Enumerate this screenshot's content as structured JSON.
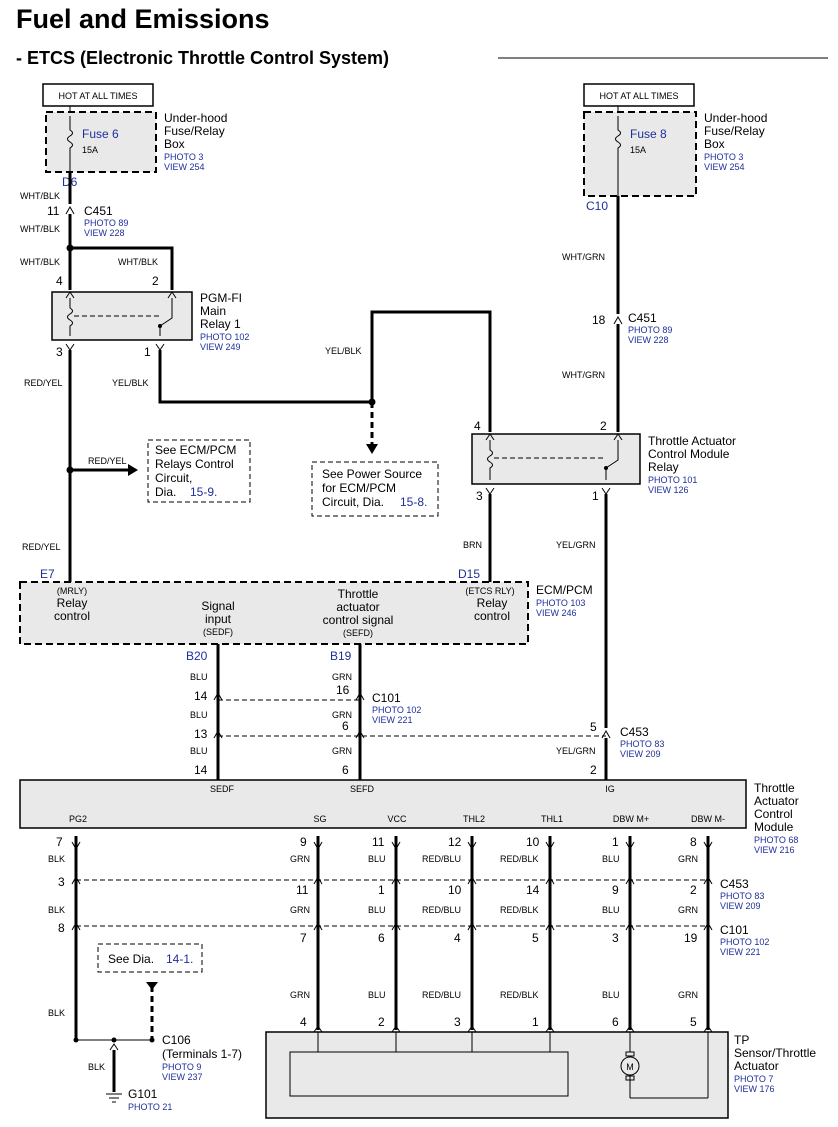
{
  "page": {
    "title": "Fuel and Emissions",
    "subtitle": "- ETCS (Electronic Throttle Control System)"
  },
  "fuse6": {
    "hot": "HOT AT ALL TIMES",
    "name": "Fuse 6",
    "amp": "15A",
    "box_lines": [
      "Under-hood",
      "Fuse/Relay",
      "Box"
    ],
    "photo": "PHOTO 3",
    "view": "VIEW 254",
    "pin": "D6"
  },
  "fuse8": {
    "hot": "HOT AT ALL TIMES",
    "name": "Fuse 8",
    "amp": "15A",
    "box_lines": [
      "Under-hood",
      "Fuse/Relay",
      "Box"
    ],
    "photo": "PHOTO 3",
    "view": "VIEW 254",
    "pin": "C10"
  },
  "c451_left": {
    "pin": "11",
    "name": "C451",
    "photo": "PHOTO 89",
    "view": "VIEW 228"
  },
  "c451_right": {
    "pin": "18",
    "name": "C451",
    "photo": "PHOTO 89",
    "view": "VIEW 228"
  },
  "wires": {
    "wht_blk": "WHT/BLK",
    "wht_grn": "WHT/GRN",
    "red_yel": "RED/YEL",
    "yel_blk": "YEL/BLK",
    "brn": "BRN",
    "yel_grn": "YEL/GRN",
    "blu": "BLU",
    "grn": "GRN",
    "blk": "BLK",
    "red_blu": "RED/BLU",
    "red_blk": "RED/BLK"
  },
  "main_relay": {
    "lines": [
      "PGM-FI",
      "Main",
      "Relay 1"
    ],
    "photo": "PHOTO 102",
    "view": "VIEW 249",
    "pins": [
      "4",
      "2",
      "3",
      "1"
    ]
  },
  "tacm_relay": {
    "lines": [
      "Throttle Actuator",
      "Control Module",
      "Relay"
    ],
    "photo": "PHOTO 101",
    "view": "VIEW 126",
    "pins": [
      "4",
      "2",
      "3",
      "1"
    ]
  },
  "notes": {
    "ecm_relays": [
      "See ECM/PCM",
      "Relays Control",
      "Circuit,",
      "Dia."
    ],
    "ecm_relays_dia": "15-9.",
    "power_source": [
      "See Power Source",
      "for ECM/PCM",
      "Circuit, Dia."
    ],
    "power_source_dia": "15-8.",
    "ground": "See Dia.",
    "ground_dia": "14-1."
  },
  "ecm": {
    "name": "ECM/PCM",
    "photo": "PHOTO 103",
    "view": "VIEW 246",
    "e7": "E7",
    "d15": "D15",
    "b20": "B20",
    "b19": "B19",
    "mrly": "(MRLY)",
    "relay_control_1": "Relay",
    "relay_control_2": "control",
    "etcs_rly": "(ETCS RLY)",
    "signal_input": [
      "Signal",
      "input",
      "(SEDF)"
    ],
    "throttle_signal": [
      "Throttle",
      "actuator",
      "control signal",
      "(SEFD)"
    ]
  },
  "c101_top": {
    "pins": [
      "14",
      "16"
    ],
    "name": "C101",
    "photo": "PHOTO 102",
    "view": "VIEW 221"
  },
  "c453_top": {
    "pins": [
      "13",
      "6",
      "5"
    ],
    "name": "C453",
    "photo": "PHOTO 83",
    "view": "VIEW 209"
  },
  "tacm": {
    "lines": [
      "Throttle",
      "Actuator",
      "Control",
      "Module"
    ],
    "photo": "PHOTO 68",
    "view": "VIEW 216",
    "top_pins": [
      "14",
      "6",
      "2"
    ],
    "top_labels": [
      "SEDF",
      "SEFD",
      "IG"
    ],
    "bottom_labels": [
      "PG2",
      "SG",
      "VCC",
      "THL2",
      "THL1",
      "DBW M+",
      "DBW M-"
    ],
    "bottom_pins": [
      "7",
      "9",
      "11",
      "12",
      "10",
      "1",
      "8"
    ]
  },
  "c453_bottom": {
    "pins": [
      "3",
      "11",
      "1",
      "10",
      "14",
      "9",
      "2"
    ],
    "name": "C453",
    "photo": "PHOTO 83",
    "view": "VIEW 209"
  },
  "c101_bottom": {
    "pins": [
      "8",
      "7",
      "6",
      "4",
      "5",
      "3",
      "19"
    ],
    "name": "C101",
    "photo": "PHOTO 102",
    "view": "VIEW 221"
  },
  "tp_sensor": {
    "lines": [
      "TP",
      "Sensor/Throttle",
      "Actuator"
    ],
    "photo": "PHOTO 7",
    "view": "VIEW 176",
    "pins": [
      "4",
      "2",
      "3",
      "1",
      "6",
      "5"
    ],
    "motor": "M"
  },
  "c106": {
    "name": "C106",
    "detail": "(Terminals 1-7)",
    "photo": "PHOTO 9",
    "view": "VIEW 237"
  },
  "g101": {
    "name": "G101",
    "photo": "PHOTO 21"
  }
}
